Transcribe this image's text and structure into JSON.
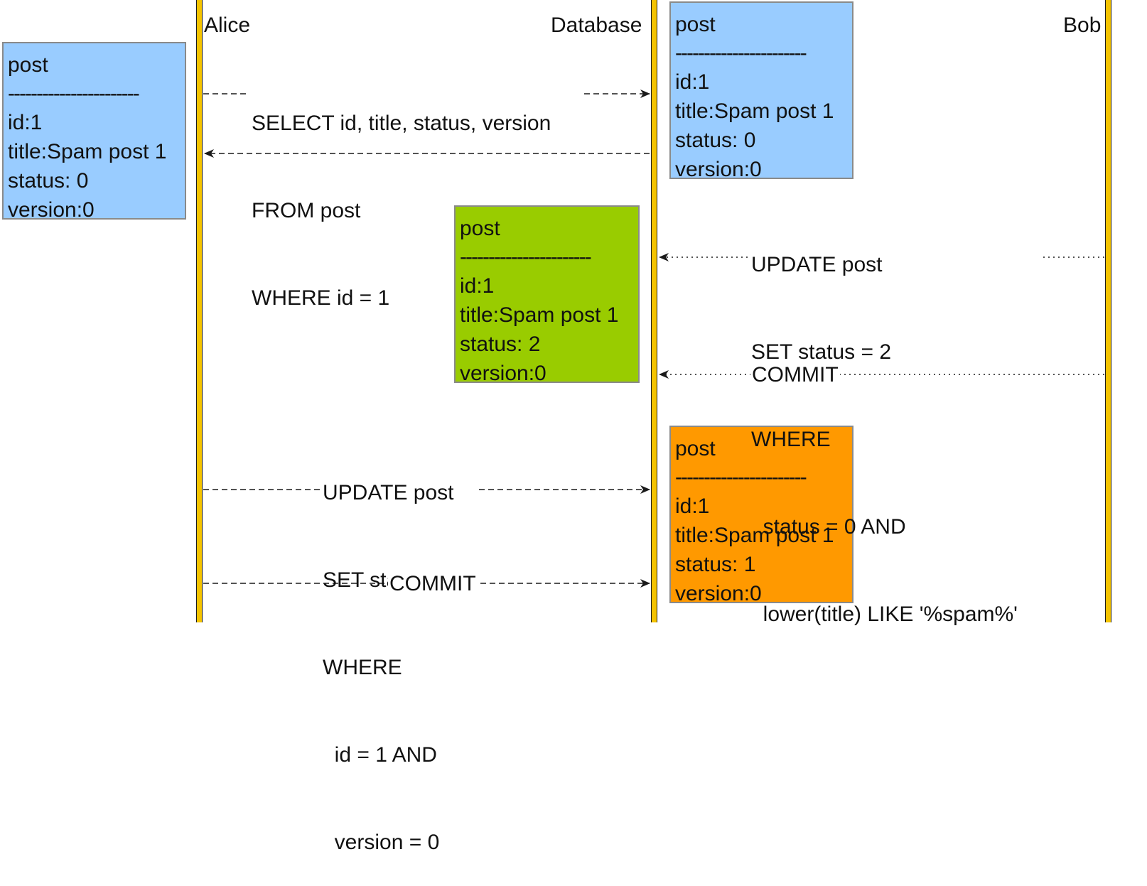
{
  "colors": {
    "lifeline": "#f5c400",
    "box_initial": "#99ccff",
    "box_bob_update": "#99cc00",
    "box_alice_update": "#ff9900",
    "line": "#1a1a1a"
  },
  "participants": {
    "alice": "Alice",
    "database": "Database",
    "bob": "Bob"
  },
  "boxes": {
    "alice_post": {
      "title": "post",
      "separator": "-----------------------",
      "id": "id:1",
      "title_field": "title:Spam post 1",
      "status": "status: 0",
      "version": "version:0"
    },
    "db_post_initial": {
      "title": "post",
      "separator": "-----------------------",
      "id": "id:1",
      "title_field": "title:Spam post 1",
      "status": "status: 0",
      "version": "version:0"
    },
    "db_post_after_bob": {
      "title": "post",
      "separator": "-----------------------",
      "id": "id:1",
      "title_field": "title:Spam post 1",
      "status": "status: 2",
      "version": "version:0"
    },
    "db_post_after_alice": {
      "title": "post",
      "separator": "-----------------------",
      "id": "id:1",
      "title_field": "title:Spam post 1",
      "status": "status: 1",
      "version": "version:0"
    }
  },
  "messages": {
    "alice_select": [
      "SELECT id, title, status, version",
      "FROM post",
      "WHERE id = 1"
    ],
    "bob_update": [
      "UPDATE post",
      "SET status = 2",
      "WHERE",
      "  status = 0 AND",
      "  lower(title) LIKE '%spam%'"
    ],
    "bob_commit": "COMMIT",
    "alice_update": [
      "UPDATE post",
      "SET status = 1",
      "WHERE",
      "  id = 1 AND",
      "  version = 0"
    ],
    "alice_commit": "COMMIT"
  }
}
